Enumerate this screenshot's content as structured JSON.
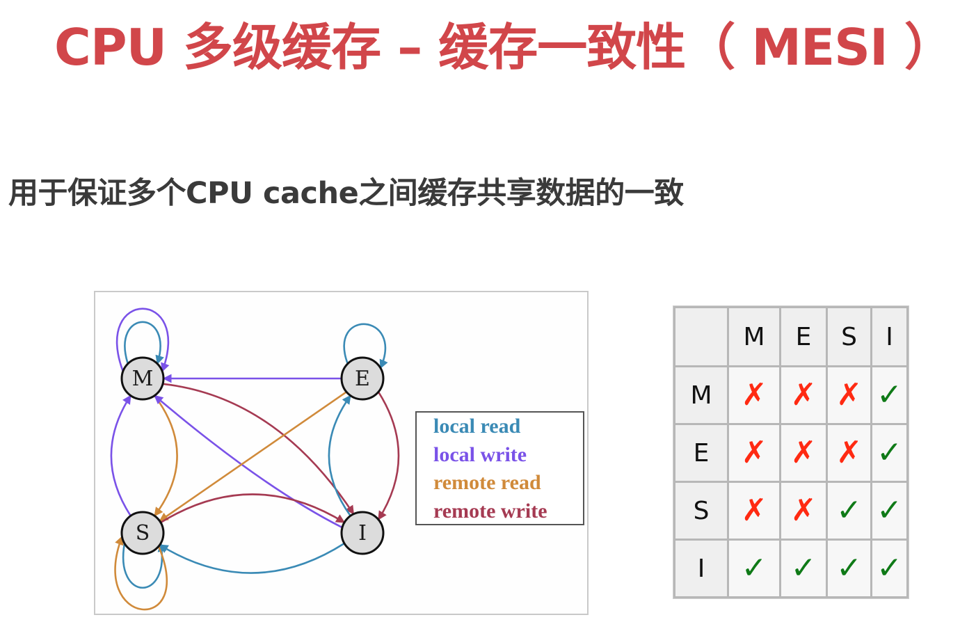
{
  "slide": {
    "title": "CPU 多级缓存 – 缓存一致性（ MESI ）",
    "subtitle": "用于保证多个CPU cache之间缓存共享数据的一致"
  },
  "diagram": {
    "nodes": [
      {
        "id": "M",
        "label": "M"
      },
      {
        "id": "E",
        "label": "E"
      },
      {
        "id": "S",
        "label": "S"
      },
      {
        "id": "I",
        "label": "I"
      }
    ],
    "edge_types": {
      "local_read": {
        "label": "local read",
        "color": "#3a8ab5"
      },
      "local_write": {
        "label": "local write",
        "color": "#7a52e8"
      },
      "remote_read": {
        "label": "remote read",
        "color": "#d08a3a"
      },
      "remote_write": {
        "label": "remote write",
        "color": "#a53a52"
      }
    },
    "edges": [
      {
        "from": "M",
        "to": "M",
        "type": "local_write"
      },
      {
        "from": "M",
        "to": "M",
        "type": "local_read"
      },
      {
        "from": "E",
        "to": "E",
        "type": "local_read"
      },
      {
        "from": "E",
        "to": "M",
        "type": "local_write"
      },
      {
        "from": "M",
        "to": "I",
        "type": "remote_write"
      },
      {
        "from": "M",
        "to": "S",
        "type": "remote_read"
      },
      {
        "from": "S",
        "to": "M",
        "type": "local_write"
      },
      {
        "from": "I",
        "to": "M",
        "type": "local_write"
      },
      {
        "from": "E",
        "to": "S",
        "type": "remote_read"
      },
      {
        "from": "E",
        "to": "I",
        "type": "remote_write"
      },
      {
        "from": "I",
        "to": "E",
        "type": "local_read"
      },
      {
        "from": "S",
        "to": "I",
        "type": "remote_write"
      },
      {
        "from": "I",
        "to": "S",
        "type": "local_read"
      },
      {
        "from": "S",
        "to": "S",
        "type": "local_read"
      },
      {
        "from": "S",
        "to": "S",
        "type": "remote_read"
      }
    ],
    "legend": [
      {
        "label": "local read",
        "color": "#3a8ab5"
      },
      {
        "label": "local write",
        "color": "#7a52e8"
      },
      {
        "label": "remote read",
        "color": "#d08a3a"
      },
      {
        "label": "remote write",
        "color": "#a53a52"
      }
    ]
  },
  "matrix": {
    "corner": "",
    "columns": [
      "M",
      "E",
      "S",
      "I"
    ],
    "rows": [
      {
        "label": "M",
        "cells": [
          false,
          false,
          false,
          true
        ]
      },
      {
        "label": "E",
        "cells": [
          false,
          false,
          false,
          true
        ]
      },
      {
        "label": "S",
        "cells": [
          false,
          false,
          true,
          true
        ]
      },
      {
        "label": "I",
        "cells": [
          true,
          true,
          true,
          true
        ]
      }
    ],
    "yes_symbol": "✓",
    "no_symbol": "✗",
    "yes_color": "#0f7a17",
    "no_color": "#ff2a12"
  }
}
